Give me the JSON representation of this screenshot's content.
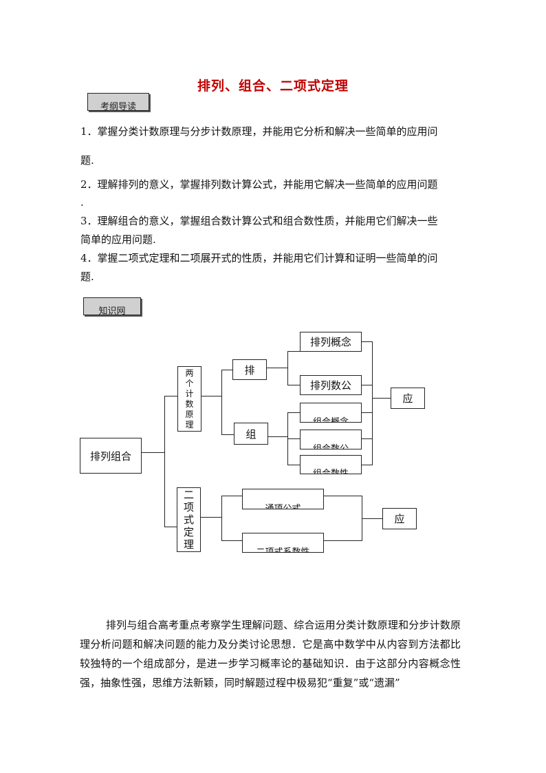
{
  "doc": {
    "title": "排列、组合、二项式定理",
    "tag1": "考纲导读",
    "tag2": "知识网",
    "items": [
      "1．掌握分类计数原理与分步计数原理，并能用它分析和解决一些简单的应用问",
      "题.",
      "2．理解排列的意义，掌握排列数计算公式，并能用它解决一些简单的应用问题",
      ".",
      "3．理解组合的意义，掌握组合数计算公式和组合数性质，并能用它们解决一些",
      "简单的应用问题.",
      "4．掌握二项式定理和二项展开式的性质，并能用它们计算和证明一些简单的问",
      "题."
    ],
    "diagram": {
      "root": "排列组合",
      "two_principles": "两个计数原理",
      "binomial": "二项式定理",
      "pai": "排",
      "zu": "组",
      "pai_concept": "排列概念",
      "pai_formula": "排列数公",
      "zu_concept": "组合概念",
      "zu_formula": "组合数公",
      "zu_property": "组合数性",
      "general_term": "通项公式",
      "binom_coef": "二项式系数性",
      "apply1": "应",
      "apply2": "应"
    },
    "body": "排列与组合高考重点考察学生理解问题、综合运用分类计数原理和分步计数原理分析问题和解决问题的能力及分类讨论思想．它是高中数学中从内容到方法都比较独特的一个组成部分，是进一步学习概率论的基础知识．由于这部分内容概念性强，抽象性强，思维方法新颖，同时解题过程中极易犯“重复”或“遗漏”"
  }
}
